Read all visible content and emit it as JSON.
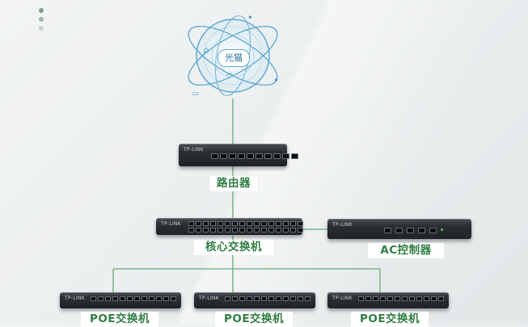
{
  "diagram": {
    "top_node": {
      "label": "光猫"
    },
    "router": {
      "label": "路由器",
      "brand": "TP-LINK"
    },
    "core_switch": {
      "label": "核心交换机",
      "brand": "TP-LINK"
    },
    "ac_controller": {
      "label": "AC控制器",
      "brand": "TP-LINK"
    },
    "poe_switches": [
      {
        "label": "POE交换机"
      },
      {
        "label": "POE交换机"
      },
      {
        "label": "POE交换机"
      }
    ]
  },
  "colors": {
    "line": "#7fb58b",
    "label_text": "#2f7d42",
    "globe": "#5aa6cf"
  },
  "icons": [
    "wifi-icon",
    "house-icon",
    "laptop-icon",
    "link-icon"
  ]
}
